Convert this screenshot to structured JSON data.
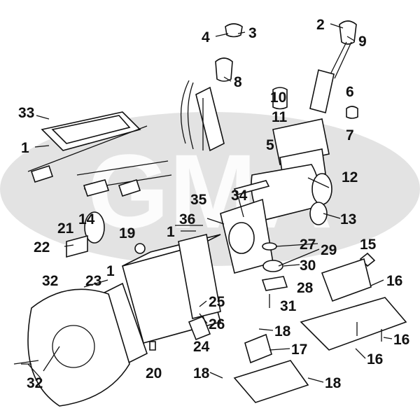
{
  "diagram": {
    "watermark": "GMA",
    "watermark_color": "#e3e3e3",
    "labels": [
      "33",
      "1",
      "4",
      "3",
      "8",
      "2",
      "9",
      "10",
      "11",
      "6",
      "7",
      "5",
      "12",
      "13",
      "35",
      "34",
      "36",
      "21",
      "14",
      "22",
      "19",
      "1",
      "27",
      "29",
      "15",
      "30",
      "28",
      "16",
      "31",
      "32",
      "23",
      "1",
      "25",
      "26",
      "24",
      "18",
      "17",
      "16",
      "16",
      "20",
      "18",
      "32",
      "18"
    ]
  }
}
